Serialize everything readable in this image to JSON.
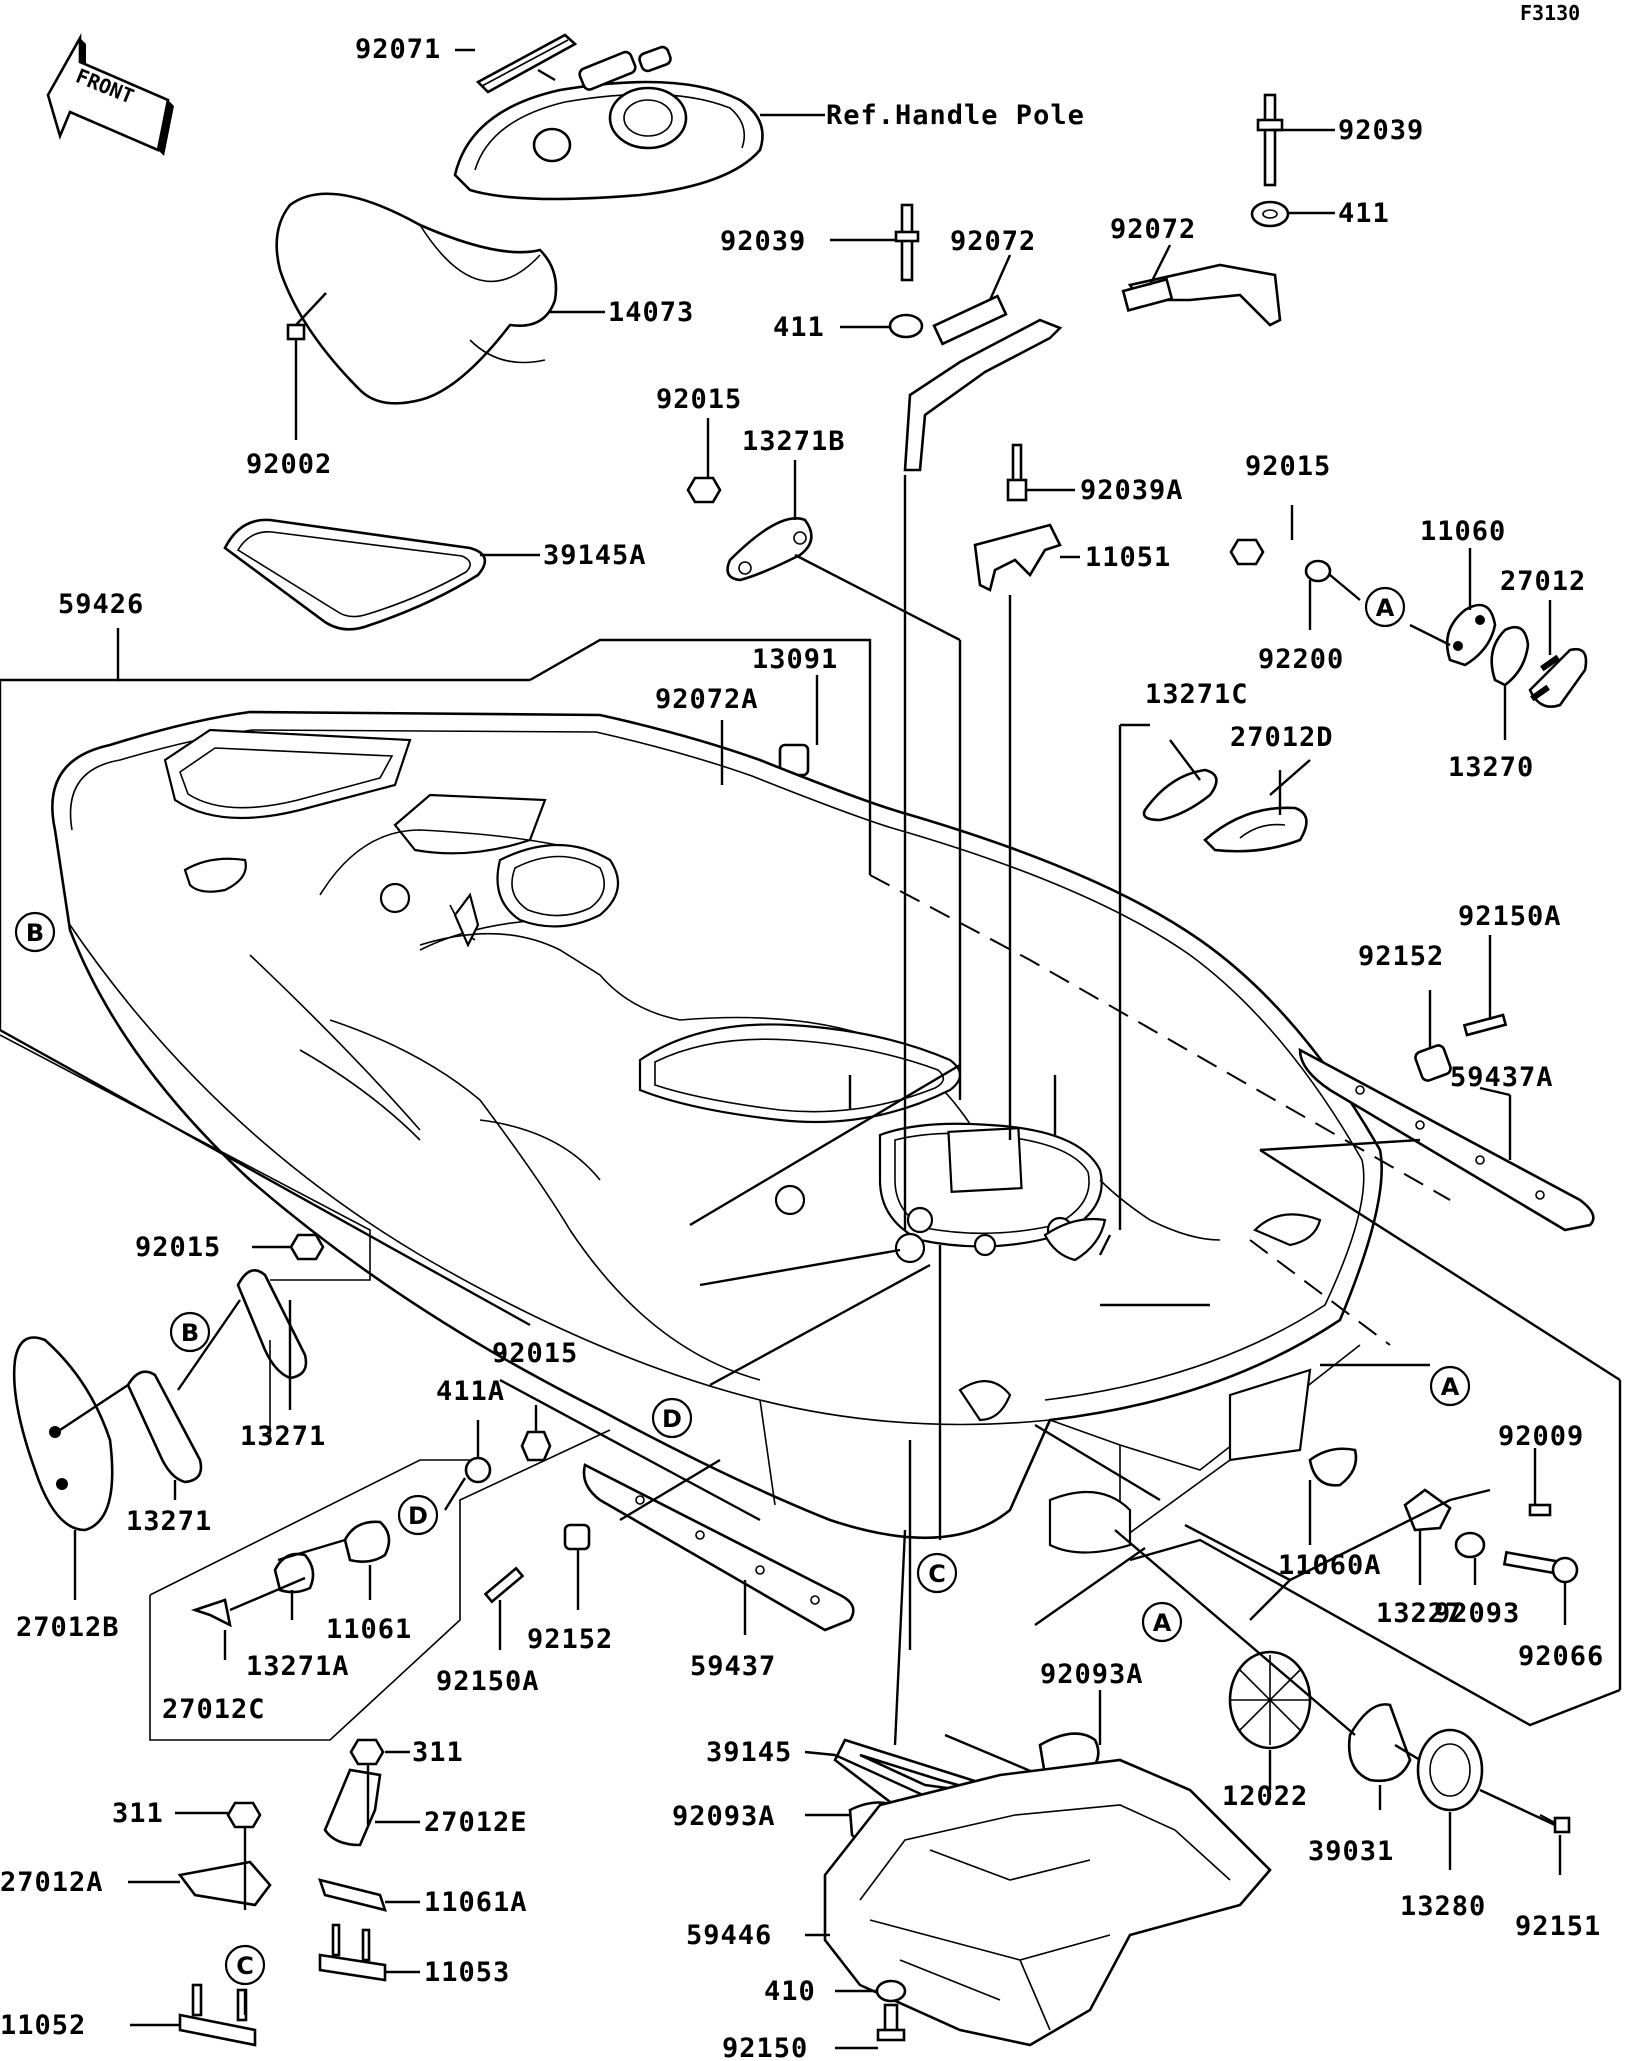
{
  "figure_code": "F3130",
  "front_label": "FRONT",
  "ref_label": "Ref.Handle Pole",
  "callouts": [
    {
      "id": "c1",
      "text": "92071"
    },
    {
      "id": "c2",
      "text": "92039"
    },
    {
      "id": "c3",
      "text": "411"
    },
    {
      "id": "c4",
      "text": "92039"
    },
    {
      "id": "c5",
      "text": "92072"
    },
    {
      "id": "c6",
      "text": "92072"
    },
    {
      "id": "c7",
      "text": "14073"
    },
    {
      "id": "c8",
      "text": "411"
    },
    {
      "id": "c9",
      "text": "92015"
    },
    {
      "id": "c10",
      "text": "13271B"
    },
    {
      "id": "c11",
      "text": "92002"
    },
    {
      "id": "c12",
      "text": "92039A"
    },
    {
      "id": "c13",
      "text": "92015"
    },
    {
      "id": "c14",
      "text": "11051"
    },
    {
      "id": "c15",
      "text": "11060"
    },
    {
      "id": "c16",
      "text": "39145A"
    },
    {
      "id": "c17",
      "text": "27012"
    },
    {
      "id": "c18",
      "text": "59426"
    },
    {
      "id": "c19",
      "text": "92200"
    },
    {
      "id": "c20",
      "text": "13091"
    },
    {
      "id": "c21",
      "text": "92072A"
    },
    {
      "id": "c22",
      "text": "13271C"
    },
    {
      "id": "c23",
      "text": "27012D"
    },
    {
      "id": "c24",
      "text": "13270"
    },
    {
      "id": "c25",
      "text": "92150A"
    },
    {
      "id": "c26",
      "text": "92152"
    },
    {
      "id": "c27",
      "text": "59437A"
    },
    {
      "id": "c28",
      "text": "92015"
    },
    {
      "id": "c29",
      "text": "92015"
    },
    {
      "id": "c30",
      "text": "411A"
    },
    {
      "id": "c31",
      "text": "13271"
    },
    {
      "id": "c32",
      "text": "92009"
    },
    {
      "id": "c33",
      "text": "13271"
    },
    {
      "id": "c34",
      "text": "11060A"
    },
    {
      "id": "c35",
      "text": "27012B"
    },
    {
      "id": "c36",
      "text": "11061"
    },
    {
      "id": "c37",
      "text": "13227"
    },
    {
      "id": "c38",
      "text": "92152"
    },
    {
      "id": "c39",
      "text": "13271A"
    },
    {
      "id": "c40",
      "text": "92093"
    },
    {
      "id": "c41",
      "text": "92066"
    },
    {
      "id": "c42",
      "text": "59437"
    },
    {
      "id": "c43",
      "text": "92150A"
    },
    {
      "id": "c44",
      "text": "27012C"
    },
    {
      "id": "c45",
      "text": "92093A"
    },
    {
      "id": "c46",
      "text": "311"
    },
    {
      "id": "c47",
      "text": "39145"
    },
    {
      "id": "c48",
      "text": "12022"
    },
    {
      "id": "c49",
      "text": "311"
    },
    {
      "id": "c50",
      "text": "27012E"
    },
    {
      "id": "c51",
      "text": "92093A"
    },
    {
      "id": "c52",
      "text": "39031"
    },
    {
      "id": "c53",
      "text": "27012A"
    },
    {
      "id": "c54",
      "text": "11061A"
    },
    {
      "id": "c55",
      "text": "13280"
    },
    {
      "id": "c56",
      "text": "59446"
    },
    {
      "id": "c57",
      "text": "92151"
    },
    {
      "id": "c58",
      "text": "11053"
    },
    {
      "id": "c59",
      "text": "410"
    },
    {
      "id": "c60",
      "text": "11052"
    },
    {
      "id": "c61",
      "text": "92150"
    }
  ],
  "markers": [
    {
      "id": "m1",
      "text": "A"
    },
    {
      "id": "m2",
      "text": "B"
    },
    {
      "id": "m3",
      "text": "A"
    },
    {
      "id": "m4",
      "text": "B"
    },
    {
      "id": "m5",
      "text": "D"
    },
    {
      "id": "m6",
      "text": "D"
    },
    {
      "id": "m7",
      "text": "C"
    },
    {
      "id": "m8",
      "text": "A"
    },
    {
      "id": "m9",
      "text": "C"
    }
  ]
}
